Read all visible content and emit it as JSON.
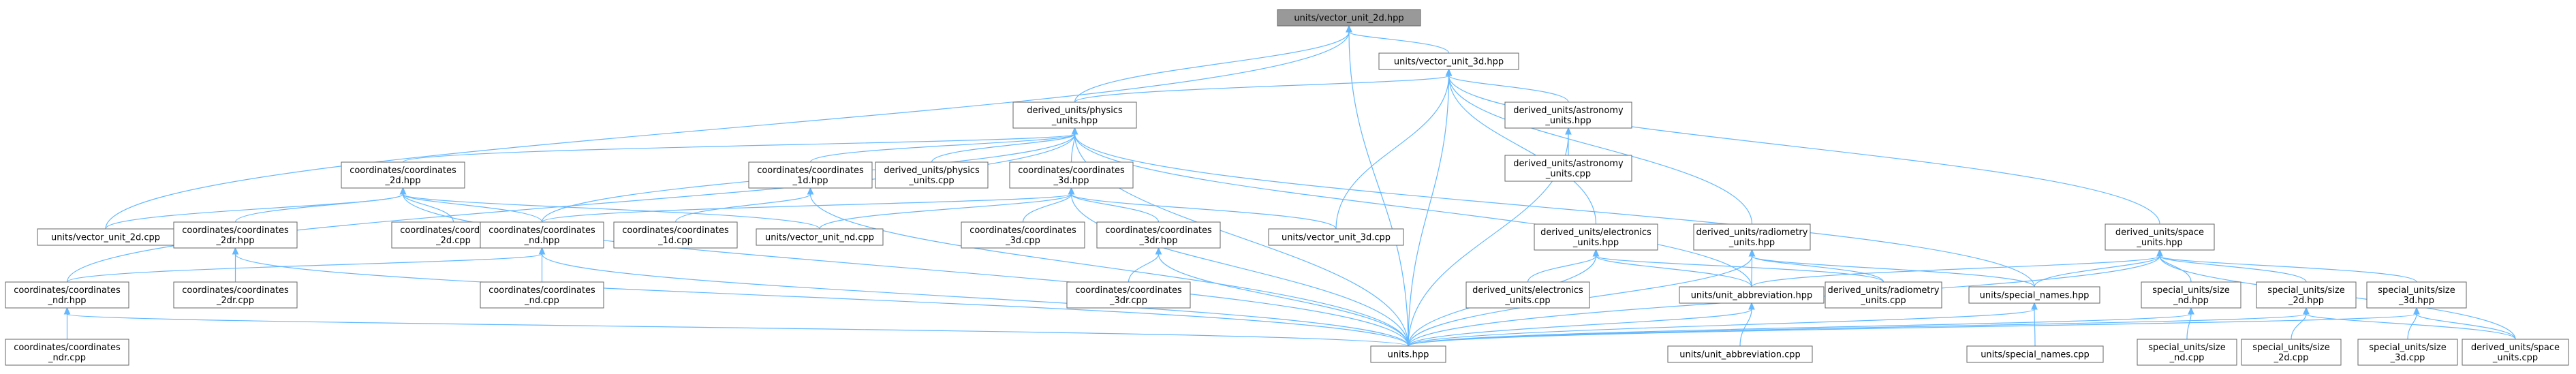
{
  "graph": {
    "nodes": [
      {
        "id": "root",
        "lines": [
          "units/vector_unit_2d.hpp"
        ],
        "root": true
      },
      {
        "id": "v3",
        "lines": [
          "units/vector_unit_3d.hpp"
        ]
      },
      {
        "id": "physics",
        "lines": [
          "derived_units/physics",
          "_units.hpp"
        ]
      },
      {
        "id": "astro",
        "lines": [
          "derived_units/astronomy",
          "_units.hpp"
        ]
      },
      {
        "id": "astrocpp",
        "lines": [
          "derived_units/astronomy",
          "_units.cpp"
        ]
      },
      {
        "id": "c2d",
        "lines": [
          "coordinates/coordinates",
          "_2d.hpp"
        ]
      },
      {
        "id": "c1d",
        "lines": [
          "coordinates/coordinates",
          "_1d.hpp"
        ]
      },
      {
        "id": "physcpp",
        "lines": [
          "derived_units/physics",
          "_units.cpp"
        ]
      },
      {
        "id": "c3d",
        "lines": [
          "coordinates/coordinates",
          "_3d.hpp"
        ]
      },
      {
        "id": "elec",
        "lines": [
          "derived_units/electronics",
          "_units.hpp"
        ]
      },
      {
        "id": "radio",
        "lines": [
          "derived_units/radiometry",
          "_units.hpp"
        ]
      },
      {
        "id": "space",
        "lines": [
          "derived_units/space",
          "_units.hpp"
        ]
      },
      {
        "id": "v2dcpp",
        "lines": [
          "units/vector_unit_2d.cpp"
        ]
      },
      {
        "id": "c2dr",
        "lines": [
          "coordinates/coordinates",
          "_2dr.hpp"
        ]
      },
      {
        "id": "c2dcpp",
        "lines": [
          "coordinates/coordinates",
          "_2d.cpp"
        ]
      },
      {
        "id": "cnd",
        "lines": [
          "coordinates/coordinates",
          "_nd.hpp"
        ]
      },
      {
        "id": "c1dcpp",
        "lines": [
          "coordinates/coordinates",
          "_1d.cpp"
        ]
      },
      {
        "id": "vndcpp",
        "lines": [
          "units/vector_unit_nd.cpp"
        ]
      },
      {
        "id": "c3dcpp",
        "lines": [
          "coordinates/coordinates",
          "_3d.cpp"
        ]
      },
      {
        "id": "c3dr",
        "lines": [
          "coordinates/coordinates",
          "_3dr.hpp"
        ]
      },
      {
        "id": "v3dcpp",
        "lines": [
          "units/vector_unit_3d.cpp"
        ]
      },
      {
        "id": "eleccpp",
        "lines": [
          "derived_units/electronics",
          "_units.cpp"
        ]
      },
      {
        "id": "abbr",
        "lines": [
          "units/unit_abbreviation.hpp"
        ]
      },
      {
        "id": "radiocpp",
        "lines": [
          "derived_units/radiometry",
          "_units.cpp"
        ]
      },
      {
        "id": "special",
        "lines": [
          "units/special_names.hpp"
        ]
      },
      {
        "id": "sznd",
        "lines": [
          "special_units/size",
          "_nd.hpp"
        ]
      },
      {
        "id": "sz2d",
        "lines": [
          "special_units/size",
          "_2d.hpp"
        ]
      },
      {
        "id": "sz3d",
        "lines": [
          "special_units/size",
          "_3d.hpp"
        ]
      },
      {
        "id": "cndr",
        "lines": [
          "coordinates/coordinates",
          "_ndr.hpp"
        ]
      },
      {
        "id": "c2drcpp",
        "lines": [
          "coordinates/coordinates",
          "_2dr.cpp"
        ]
      },
      {
        "id": "cndcpp",
        "lines": [
          "coordinates/coordinates",
          "_nd.cpp"
        ]
      },
      {
        "id": "c3drcpp",
        "lines": [
          "coordinates/coordinates",
          "_3dr.cpp"
        ]
      },
      {
        "id": "cndrcpp",
        "lines": [
          "coordinates/coordinates",
          "_ndr.cpp"
        ]
      },
      {
        "id": "units",
        "lines": [
          "units.hpp"
        ]
      },
      {
        "id": "abbrcpp",
        "lines": [
          "units/unit_abbreviation.cpp"
        ]
      },
      {
        "id": "specialcpp",
        "lines": [
          "units/special_names.cpp"
        ]
      },
      {
        "id": "szndcpp",
        "lines": [
          "special_units/size",
          "_nd.cpp"
        ]
      },
      {
        "id": "sz2dcpp",
        "lines": [
          "special_units/size",
          "_2d.cpp"
        ]
      },
      {
        "id": "sz3dcpp",
        "lines": [
          "special_units/size",
          "_3d.cpp"
        ]
      },
      {
        "id": "spacecpp",
        "lines": [
          "derived_units/space",
          "_units.cpp"
        ]
      }
    ],
    "edges": [
      [
        "root",
        "v3"
      ],
      [
        "root",
        "physics"
      ],
      [
        "root",
        "v2dcpp"
      ],
      [
        "root",
        "units"
      ],
      [
        "v3",
        "physics"
      ],
      [
        "v3",
        "astro"
      ],
      [
        "v3",
        "elec"
      ],
      [
        "v3",
        "radio"
      ],
      [
        "v3",
        "space"
      ],
      [
        "v3",
        "v3dcpp"
      ],
      [
        "v3",
        "units"
      ],
      [
        "astro",
        "astrocpp"
      ],
      [
        "astro",
        "units"
      ],
      [
        "physics",
        "c2d"
      ],
      [
        "physics",
        "c1d"
      ],
      [
        "physics",
        "physcpp"
      ],
      [
        "physics",
        "c3d"
      ],
      [
        "physics",
        "cnd"
      ],
      [
        "physics",
        "cndr"
      ],
      [
        "physics",
        "abbr"
      ],
      [
        "physics",
        "special"
      ],
      [
        "physics",
        "units"
      ],
      [
        "c2d",
        "v2dcpp"
      ],
      [
        "c2d",
        "c2dr"
      ],
      [
        "c2d",
        "c2dcpp"
      ],
      [
        "c2d",
        "cnd"
      ],
      [
        "c2d",
        "vndcpp"
      ],
      [
        "c2d",
        "units"
      ],
      [
        "c2dr",
        "c2drcpp"
      ],
      [
        "c2dr",
        "units"
      ],
      [
        "c1d",
        "c1dcpp"
      ],
      [
        "c1d",
        "units"
      ],
      [
        "c3d",
        "cnd"
      ],
      [
        "c3d",
        "c3dcpp"
      ],
      [
        "c3d",
        "c3dr"
      ],
      [
        "c3d",
        "v3dcpp"
      ],
      [
        "c3d",
        "vndcpp"
      ],
      [
        "c3d",
        "units"
      ],
      [
        "c3dr",
        "c3drcpp"
      ],
      [
        "c3dr",
        "units"
      ],
      [
        "cnd",
        "cndr"
      ],
      [
        "cnd",
        "cndcpp"
      ],
      [
        "cnd",
        "units"
      ],
      [
        "cndr",
        "cndrcpp"
      ],
      [
        "cndr",
        "units"
      ],
      [
        "elec",
        "eleccpp"
      ],
      [
        "elec",
        "abbr"
      ],
      [
        "elec",
        "radiocpp"
      ],
      [
        "elec",
        "units"
      ],
      [
        "radio",
        "abbr"
      ],
      [
        "radio",
        "radiocpp"
      ],
      [
        "radio",
        "special"
      ],
      [
        "radio",
        "units"
      ],
      [
        "abbr",
        "abbrcpp"
      ],
      [
        "abbr",
        "units"
      ],
      [
        "special",
        "specialcpp"
      ],
      [
        "special",
        "units"
      ],
      [
        "space",
        "abbr"
      ],
      [
        "space",
        "special"
      ],
      [
        "space",
        "sznd"
      ],
      [
        "space",
        "sz2d"
      ],
      [
        "space",
        "sz3d"
      ],
      [
        "space",
        "spacecpp"
      ],
      [
        "space",
        "units"
      ],
      [
        "sznd",
        "szndcpp"
      ],
      [
        "sznd",
        "units"
      ],
      [
        "sz2d",
        "sz2dcpp"
      ],
      [
        "sz2d",
        "spacecpp"
      ],
      [
        "sz2d",
        "units"
      ],
      [
        "sz3d",
        "sz3dcpp"
      ],
      [
        "sz3d",
        "spacecpp"
      ],
      [
        "sz3d",
        "units"
      ]
    ]
  }
}
